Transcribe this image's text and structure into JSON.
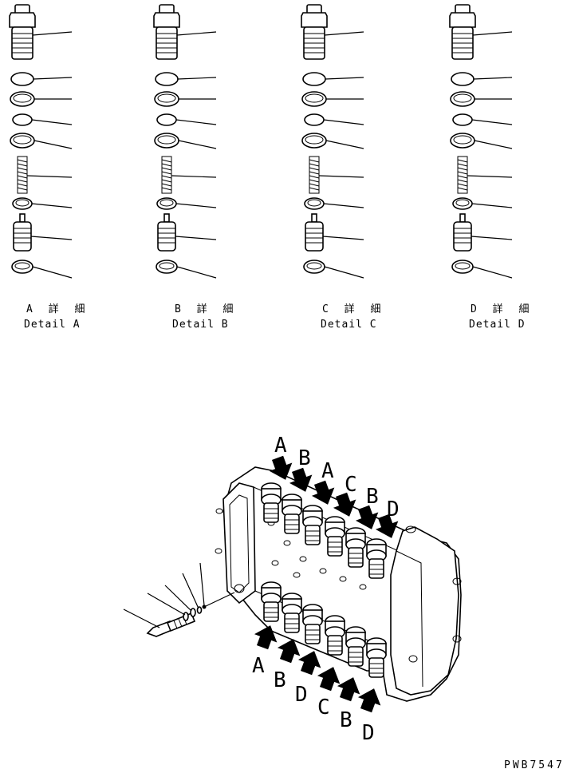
{
  "details": [
    {
      "jp": "A 詳 細",
      "en": "Detail A"
    },
    {
      "jp": "B 詳 細",
      "en": "Detail B"
    },
    {
      "jp": "C 詳 細",
      "en": "Detail C"
    },
    {
      "jp": "D 詳 細",
      "en": "Detail D"
    }
  ],
  "callouts": {
    "top": [
      "A",
      "B",
      "A",
      "C",
      "B",
      "D"
    ],
    "bottom": [
      "A",
      "B",
      "D",
      "C",
      "B",
      "D"
    ]
  },
  "drawing_code": "PWB7547"
}
